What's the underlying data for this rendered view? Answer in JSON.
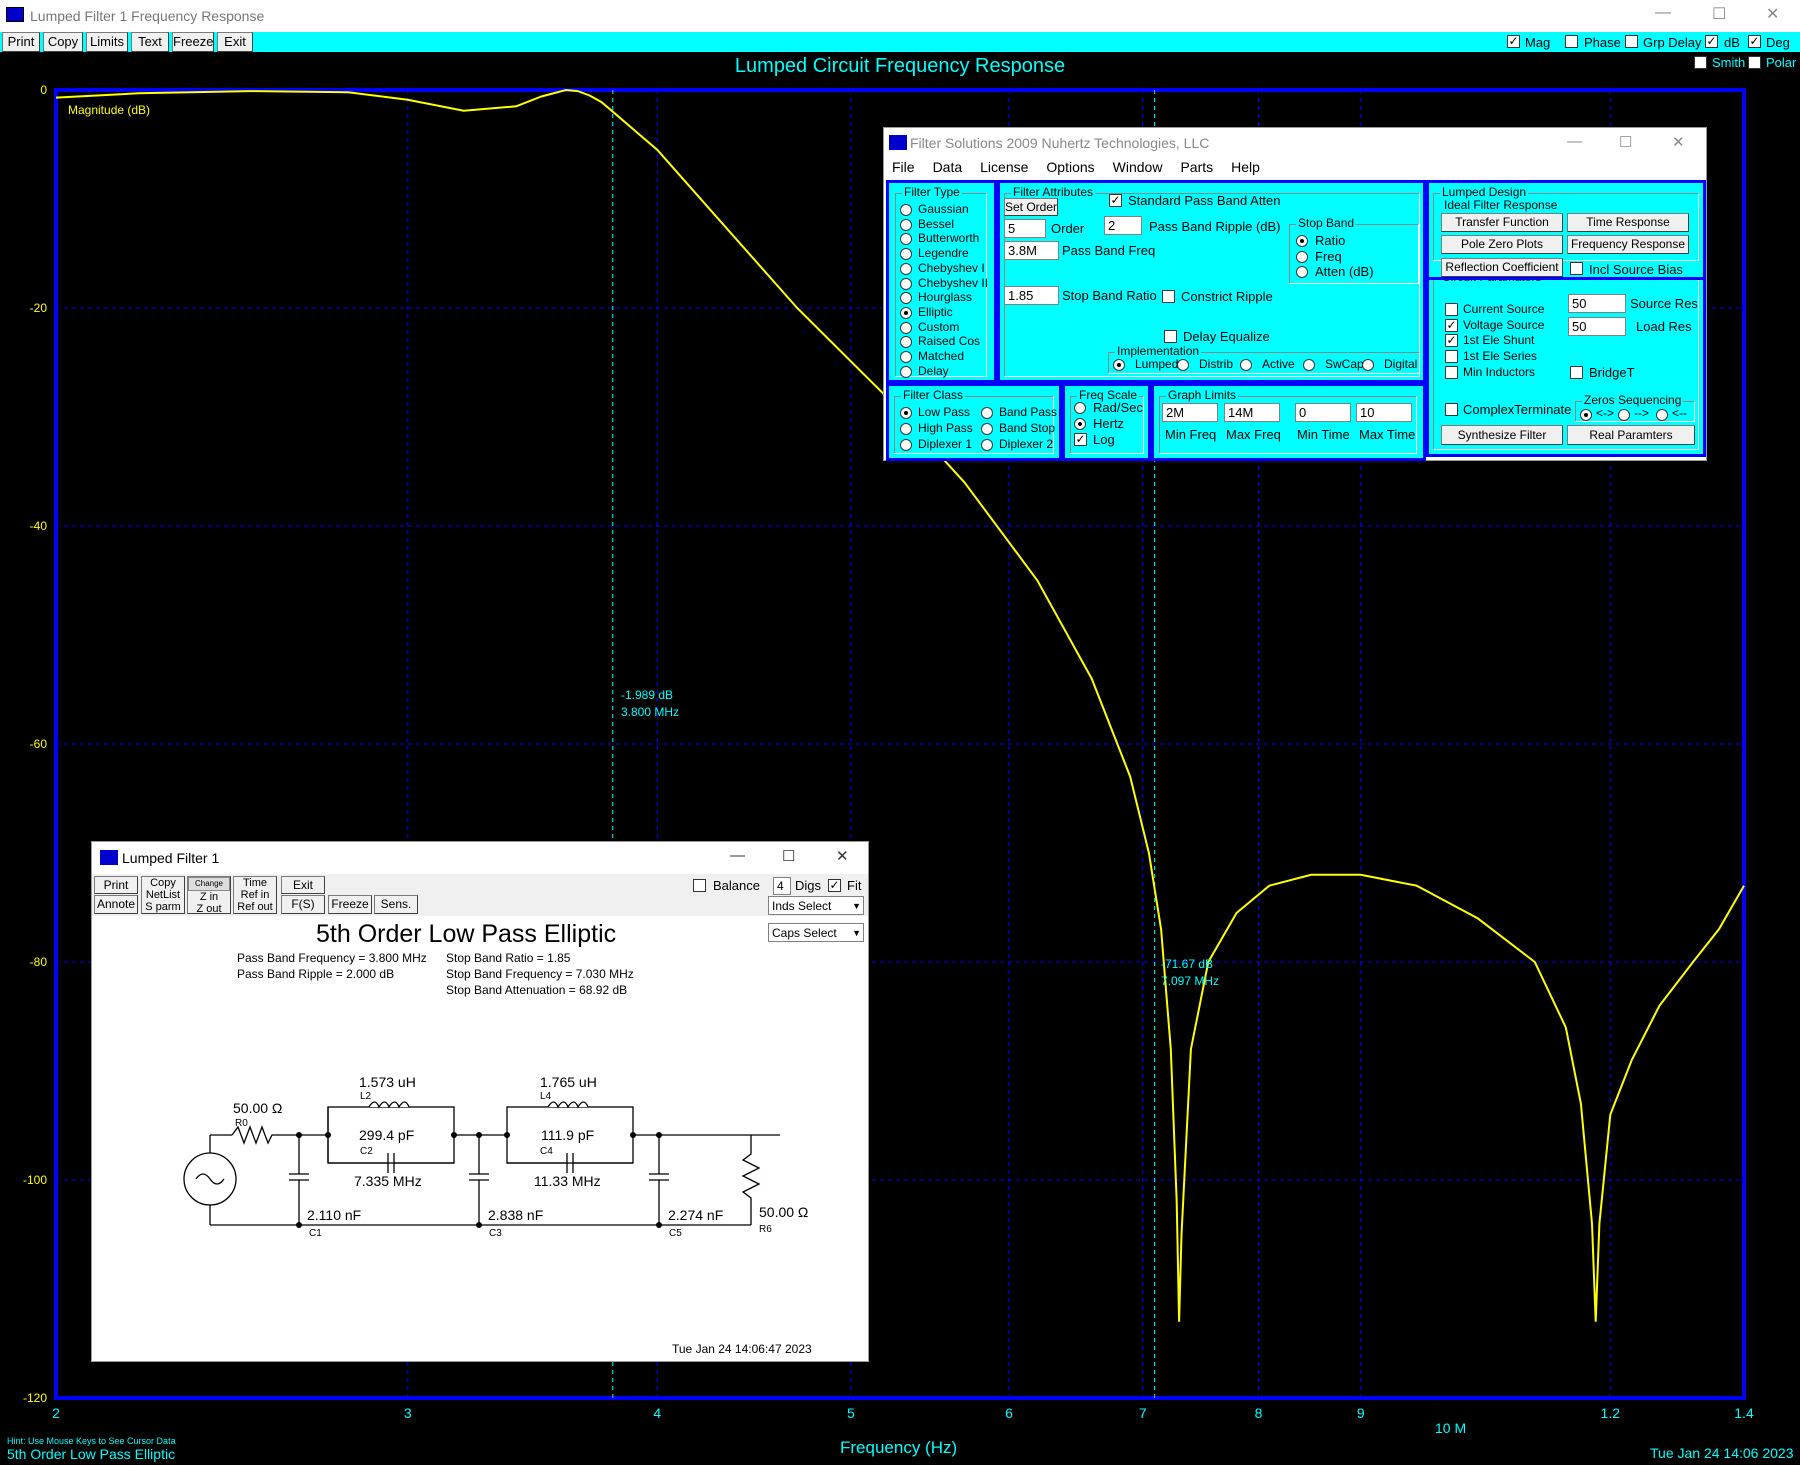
{
  "main_window": {
    "title": "Lumped Filter 1 Frequency Response",
    "toolbar": [
      "Print",
      "Copy",
      "Limits",
      "Text",
      "Freeze",
      "Exit"
    ],
    "checks": [
      {
        "label": "Mag",
        "checked": true
      },
      {
        "label": "Phase",
        "checked": false
      },
      {
        "label": "Grp Delay",
        "checked": false
      },
      {
        "label": "dB",
        "checked": true
      },
      {
        "label": "Deg",
        "checked": true
      },
      {
        "label": "Smith",
        "checked": false
      },
      {
        "label": "Polar",
        "checked": false
      }
    ],
    "chart_title": "Lumped Circuit Frequency Response",
    "magnitude_label": "Magnitude (dB)",
    "xlabel": "Frequency (Hz)",
    "x_unit_marker": "10 M",
    "hint": "Hint: Use Mouse Keys to See Cursor Data",
    "footer_name": "5th Order Low Pass Elliptic",
    "footer_date": "Tue Jan 24 14:06 2023",
    "cursor1": {
      "db": "-1.989 dB",
      "freq": "3.800 MHz"
    },
    "cursor2": {
      "db": "-71.67 dB",
      "freq": "7.097 MHz"
    }
  },
  "chart_data": {
    "type": "line",
    "xscale": "log",
    "xlim": [
      2000000,
      14000000
    ],
    "ylim": [
      -120,
      0
    ],
    "grid": true,
    "ylabel": "Magnitude (dB)",
    "xlabel": "Frequency (Hz)",
    "yticks": [
      "0",
      "-20",
      "-40",
      "-60",
      "-80",
      "-100",
      "-120"
    ],
    "ytick_values": [
      0,
      -20,
      -40,
      -60,
      -80,
      -100,
      -120
    ],
    "xticks": [
      "2",
      "3",
      "4",
      "5",
      "6",
      "7",
      "8",
      "9",
      "1.2",
      "1.4"
    ],
    "xtick_values": [
      2000000,
      3000000,
      4000000,
      5000000,
      6000000,
      7000000,
      8000000,
      9000000,
      12000000,
      14000000
    ],
    "series": [
      {
        "color": "#ffff00",
        "x": [
          2000000,
          2200000,
          2500000,
          2800000,
          3000000,
          3200000,
          3400000,
          3500000,
          3600000,
          3650000,
          3700000,
          3750000,
          3800000,
          4000000,
          4300000,
          4700000,
          5200000,
          5700000,
          6200000,
          6600000,
          6900000,
          7050000,
          7150000,
          7230000,
          7280000,
          7300000,
          7320000,
          7400000,
          7550000,
          7800000,
          8100000,
          8500000,
          9000000,
          9600000,
          10300000,
          11000000,
          11400000,
          11600000,
          11750000,
          11800000,
          11850000,
          12000000,
          12300000,
          12700000,
          13200000,
          13600000,
          14000000
        ],
        "y": [
          -0.7,
          -0.3,
          -0.1,
          -0.2,
          -0.9,
          -1.9,
          -1.5,
          -0.6,
          0,
          -0.1,
          -0.5,
          -1.1,
          -1.99,
          -5.5,
          -12,
          -20,
          -28,
          -36,
          -45,
          -54,
          -63,
          -70,
          -77,
          -88,
          -102,
          -113,
          -105,
          -88,
          -80,
          -75.5,
          -73,
          -72,
          -72,
          -73,
          -76,
          -80,
          -86,
          -93,
          -104,
          -113,
          -104,
          -94,
          -89,
          -84,
          -80,
          -77,
          -73
        ]
      }
    ],
    "cursor_lines": [
      3800000,
      7097000
    ]
  },
  "filter_solutions": {
    "title": "Filter Solutions 2009   Nuhertz Technologies, LLC",
    "menu": [
      "File",
      "Data",
      "License",
      "Options",
      "Window",
      "Parts",
      "Help"
    ],
    "filter_type": {
      "label": "Filter Type",
      "options": [
        "Gaussian",
        "Bessel",
        "Butterworth",
        "Legendre",
        "Chebyshev I",
        "Chebyshev II",
        "Hourglass",
        "Elliptic",
        "Custom",
        "Raised Cos",
        "Matched",
        "Delay"
      ],
      "selected": 7
    },
    "attributes": {
      "label": "Filter Attributes",
      "set_order": "Set Order",
      "order_value": "5",
      "order_label": "Order",
      "std_pb_atten": "Standard Pass Band Atten",
      "ripple_value": "2",
      "ripple_label": "Pass Band Ripple (dB)",
      "pb_freq_value": "3.8M",
      "pb_freq_label": "Pass Band Freq",
      "sb_ratio_value": "1.85",
      "sb_ratio_label": "Stop Band Ratio",
      "constrict_ripple": "Constrict Ripple",
      "delay_equalize": "Delay Equalize",
      "stop_band_label": "Stop Band",
      "stop_band_options": [
        "Ratio",
        "Freq",
        "Atten (dB)"
      ],
      "implementation_label": "Implementation",
      "implementation_options": [
        "Lumped",
        "Distrib",
        "Active",
        "SwCap",
        "Digital"
      ]
    },
    "lumped_design": {
      "label": "Lumped Design",
      "ideal_label": "Ideal Filter Response",
      "buttons": [
        "Transfer Function",
        "Time Response",
        "Pole Zero Plots",
        "Frequency Response",
        "Reflection Coefficient"
      ],
      "incl_source_bias": "Incl Source Bias",
      "circuit_label": "Circuit Paramaters",
      "circuit_checks": [
        {
          "label": "Current Source",
          "checked": false
        },
        {
          "label": "Voltage Source",
          "checked": true
        },
        {
          "label": "1st Ele Shunt",
          "checked": true
        },
        {
          "label": "1st Ele Series",
          "checked": false
        },
        {
          "label": "Min Inductors",
          "checked": false
        }
      ],
      "source_res_value": "50",
      "source_res_label": "Source Res",
      "load_res_value": "50",
      "load_res_label": "Load Res",
      "bridget": "BridgeT",
      "complex_terminate": "ComplexTerminate",
      "zeros_label": "Zeros Sequencing",
      "zeros_options": [
        "<->",
        "-->",
        "<--"
      ],
      "synthesize": "Synthesize Filter",
      "real_params": "Real Paramters"
    },
    "filter_class": {
      "label": "Filter Class",
      "options": [
        "Low Pass",
        "Band Pass",
        "High Pass",
        "Band Stop",
        "Diplexer 1",
        "Diplexer 2"
      ]
    },
    "freq_scale": {
      "label": "Freq Scale",
      "options": [
        "Rad/Sec",
        "Hertz"
      ],
      "log_label": "Log"
    },
    "graph_limits": {
      "label": "Graph Limits",
      "values": [
        "2M",
        "14M",
        "0",
        "10"
      ],
      "labels": [
        "Min Freq",
        "Max Freq",
        "Min Time",
        "Max Time"
      ]
    }
  },
  "lumped_filter": {
    "title": "Lumped Filter 1",
    "buttons_row1": [
      "Print",
      "Copy",
      "Change",
      "Time",
      "Exit"
    ],
    "buttons_row2": [
      "Annote",
      "NetList",
      "Z in",
      "Ref in",
      "F(S)",
      "Freeze",
      "Sens."
    ],
    "buttons_row3": [
      "S parm",
      "Z out",
      "Ref out"
    ],
    "balance": "Balance",
    "digs_value": "4",
    "digs_label": "Digs",
    "fit": "Fit",
    "inds_select": "Inds Select",
    "caps_select": "Caps Select",
    "heading": "5th Order Low Pass Elliptic",
    "specs_left": [
      "Pass Band Frequency = 3.800 MHz",
      "Pass Band Ripple = 2.000 dB"
    ],
    "specs_right": [
      "Stop Band Ratio = 1.85",
      "Stop Band Frequency = 7.030 MHz",
      "Stop Band Attenuation = 68.92 dB"
    ],
    "components": {
      "r0": "50.00 Ω",
      "r0_id": "R0",
      "l2": "1.573 uH",
      "l2_id": "L2",
      "c2": "299.4 pF",
      "c2_id": "C2",
      "f2": "7.335 MHz",
      "l4": "1.765 uH",
      "l4_id": "L4",
      "c4": "111.9 pF",
      "c4_id": "C4",
      "f4": "11.33 MHz",
      "c1": "2.110 nF",
      "c1_id": "C1",
      "c3": "2.838 nF",
      "c3_id": "C3",
      "c5": "2.274 nF",
      "c5_id": "C5",
      "r6": "50.00 Ω",
      "r6_id": "R6"
    },
    "date": "Tue Jan 24 14:06:47 2023"
  },
  "window_controls": {
    "min": "—",
    "max": "☐",
    "close": "✕"
  }
}
